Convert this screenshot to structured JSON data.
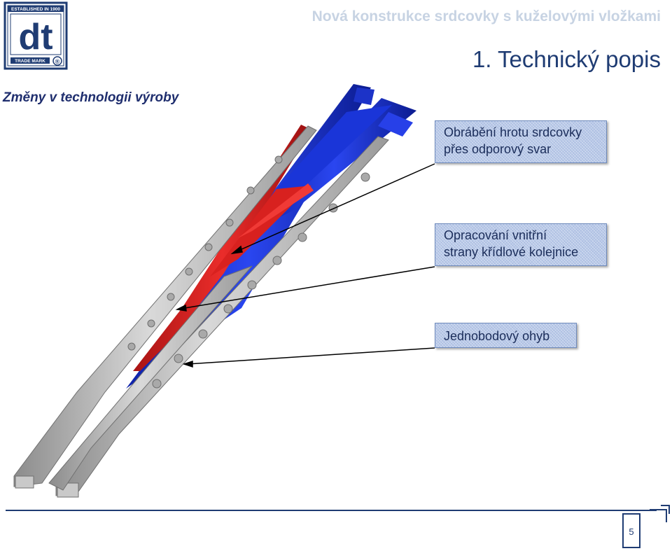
{
  "logo": {
    "established": "ESTABLISHED IN 1900",
    "letters": "dt",
    "trademark": "TRADE MARK",
    "registered": "®"
  },
  "header": {
    "title": "Nová konstrukce srdcovky s kuželovými vložkami",
    "section": "1. Technický popis"
  },
  "left_title": "Změny v technologii výroby",
  "callouts": [
    {
      "line1": "Obrábění hrotu srdcovky",
      "line2": "přes odporový svar"
    },
    {
      "line1": "Opracování vnitřní",
      "line2": "strany křídlové kolejnice"
    },
    {
      "line1": "Jednobodový ohyb"
    }
  ],
  "footer": {
    "page_number": "5"
  },
  "colors": {
    "accent": "#1f3c73",
    "callout_fill": "#b9c9e8",
    "rail_grey": "#b8b8b8",
    "point_red": "#d8211f",
    "point_blue": "#1733d6"
  }
}
